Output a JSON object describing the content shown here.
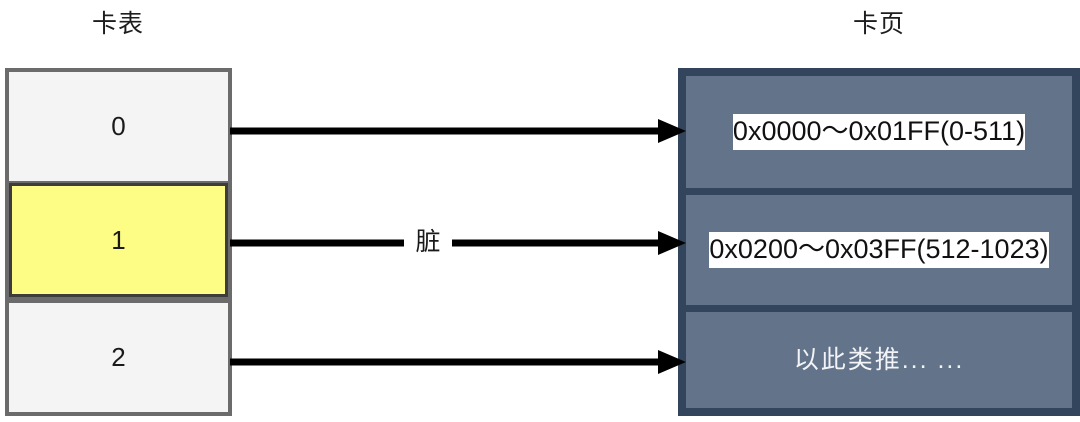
{
  "diagram": {
    "left_panel": {
      "title": "卡表",
      "cells": [
        {
          "label": "0",
          "state": "clean"
        },
        {
          "label": "1",
          "state": "dirty"
        },
        {
          "label": "2",
          "state": "clean"
        }
      ]
    },
    "right_panel": {
      "title": "卡页",
      "cells": [
        {
          "text": "0x0000～0x01FF(0-511)",
          "style": "highlight"
        },
        {
          "text": "0x0200～0x03FF(512-1023)",
          "style": "highlight"
        },
        {
          "text": "以此类推... ...",
          "style": "plain"
        }
      ]
    },
    "arrows": [
      {
        "from": "card-cell-0",
        "to": "page-cell-0",
        "label": ""
      },
      {
        "from": "card-cell-1",
        "to": "page-cell-1",
        "label": "脏"
      },
      {
        "from": "card-cell-2",
        "to": "page-cell-2",
        "label": ""
      }
    ],
    "colors": {
      "background": "#ffffff",
      "card_table_border": "#6b6b6b",
      "card_cell_clean": "#f4f4f5",
      "card_cell_dirty": "#fdfd85",
      "card_cell_dirty_border": "#3c3c3c",
      "card_page_border": "#33455c",
      "card_page_fill": "#62738a",
      "arrow": "#000000",
      "text_dark": "#1a1a1a",
      "text_light": "#f2f4f7",
      "highlight_bg": "#ffffff"
    }
  }
}
